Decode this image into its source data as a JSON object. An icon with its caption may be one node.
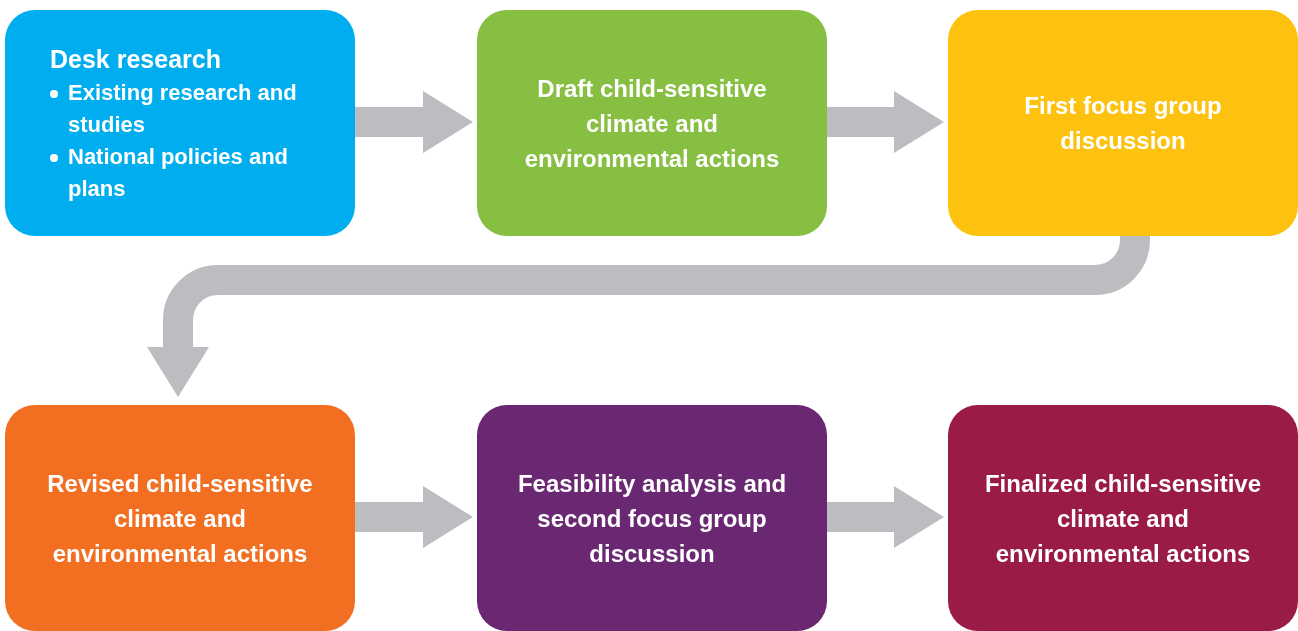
{
  "diagram": {
    "nodes": [
      {
        "text": [
          "Desk research",
          "Existing research and studies",
          "National policies and plans"
        ]
      },
      {
        "text": [
          "Draft child-sensitive climate and environmental actions"
        ]
      },
      {
        "text": [
          "First focus group discussion"
        ]
      },
      {
        "text": [
          "Revised child-sensitive climate and environmental actions"
        ]
      },
      {
        "text": [
          "Feasibility analysis and second focus group discussion"
        ]
      },
      {
        "text": [
          "Finalized child-sensitive climate and environmental actions"
        ]
      }
    ],
    "edges": [
      {
        "from": 0,
        "to": 1,
        "arrow": "to"
      },
      {
        "from": 1,
        "to": 2,
        "arrow": "to"
      },
      {
        "from": 2,
        "to": 3,
        "arrow": "to"
      },
      {
        "from": 3,
        "to": 4,
        "arrow": "to"
      },
      {
        "from": 4,
        "to": 5,
        "arrow": "to"
      }
    ]
  }
}
